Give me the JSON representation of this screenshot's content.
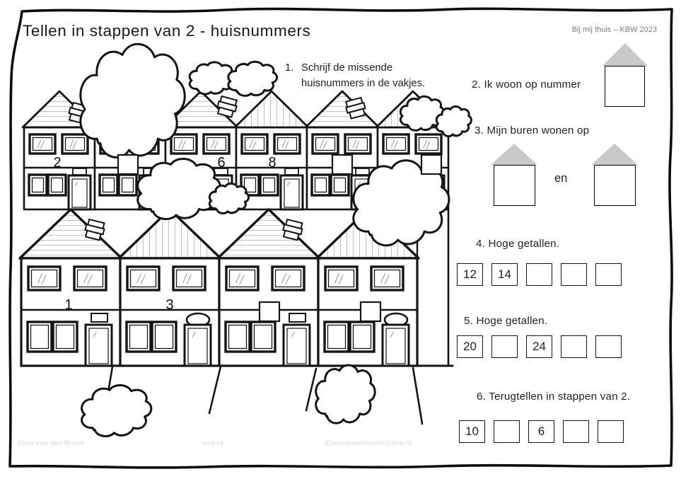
{
  "header": {
    "title": "Tellen in stappen van 2 - huisnummers",
    "credit": "Bij mij thuis – KBW 2023"
  },
  "questions": {
    "q1_num": "1.",
    "q1_line1": "Schrijf de missende",
    "q1_line2": "huisnummers in de vakjes.",
    "q2": "2. Ik woon op nummer",
    "q3": "3. Mijn buren wonen op",
    "q3_conj": "en",
    "q4": "4. Hoge getallen.",
    "q5": "5. Hoge getallen.",
    "q6": "6. Terugtellen in stappen van 2."
  },
  "answer_rows": {
    "q4": [
      "12",
      "14",
      "",
      "",
      ""
    ],
    "q5": [
      "20",
      "",
      "24",
      "",
      ""
    ],
    "q6": [
      "10",
      "",
      "6",
      "",
      ""
    ]
  },
  "scene": {
    "top_houses": [
      {
        "label": "2",
        "box": false
      },
      {
        "label": "",
        "box": true
      },
      {
        "label": "6",
        "box": false
      },
      {
        "label": "8",
        "box": false
      },
      {
        "label": "",
        "box": true
      },
      {
        "label": "",
        "box": true
      }
    ],
    "bottom_houses": [
      {
        "label": "1",
        "box": false
      },
      {
        "label": "3",
        "box": false
      },
      {
        "label": "",
        "box": true
      },
      {
        "label": "",
        "box": true
      }
    ]
  },
  "footer": {
    "author": "Elles van den Broek",
    "site": "yoo.rs",
    "email": "Ellesvandenbroek@live.nl"
  },
  "colors": {
    "roof_gray": "#c9c9c9",
    "ink": "#141414",
    "hatch_gray": "#c2c2c2",
    "credit_gray": "#7f7f7f",
    "footer_gray": "#e2e2e2"
  }
}
